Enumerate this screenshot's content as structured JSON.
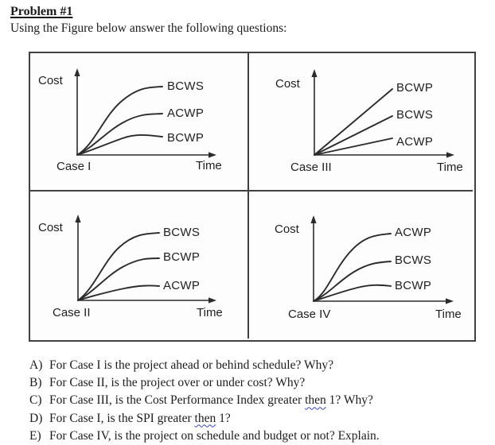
{
  "page": {
    "title": "Problem #1",
    "intro": "Using the Figure below answer the following questions:"
  },
  "figure": {
    "description": "Four earned-value cost/time graphs in a 2x2 bordered grid",
    "quadrants": [
      {
        "case_label": "Case I",
        "y_axis_label": "Cost",
        "x_axis_label": "Time",
        "curve_shape": "s-curve",
        "curves": [
          "BCWS",
          "ACWP",
          "BCWP"
        ]
      },
      {
        "case_label": "Case III",
        "y_axis_label": "Cost",
        "x_axis_label": "Time",
        "curve_shape": "linear",
        "curves": [
          "BCWP",
          "BCWS",
          "ACWP"
        ]
      },
      {
        "case_label": "Case II",
        "y_axis_label": "Cost",
        "x_axis_label": "Time",
        "curve_shape": "s-curve",
        "curves": [
          "BCWS",
          "BCWP",
          "ACWP"
        ]
      },
      {
        "case_label": "Case IV",
        "y_axis_label": "Cost",
        "x_axis_label": "Time",
        "curve_shape": "s-curve",
        "curves": [
          "ACWP",
          "BCWS",
          "BCWP"
        ]
      }
    ]
  },
  "questions": [
    {
      "label": "A)",
      "pre": "For Case I is the project ahead or behind schedule? Why?",
      "wavy": "",
      "post": ""
    },
    {
      "label": "B)",
      "pre": "For Case II, is the project over or under cost? Why?",
      "wavy": "",
      "post": ""
    },
    {
      "label": "C)",
      "pre": "For Case III, is the Cost Performance Index greater ",
      "wavy": "then",
      "post": " 1? Why?"
    },
    {
      "label": "D)",
      "pre": "For Case I, is the SPI greater ",
      "wavy": "then",
      "post": " 1?"
    },
    {
      "label": "E)",
      "pre": "For Case IV, is the project on schedule and budget or not? Explain.",
      "wavy": "",
      "post": ""
    }
  ],
  "colors": {
    "ink": "#1c1c1c",
    "figure_border": "#414141",
    "grammar_underline": "#3746c8"
  }
}
